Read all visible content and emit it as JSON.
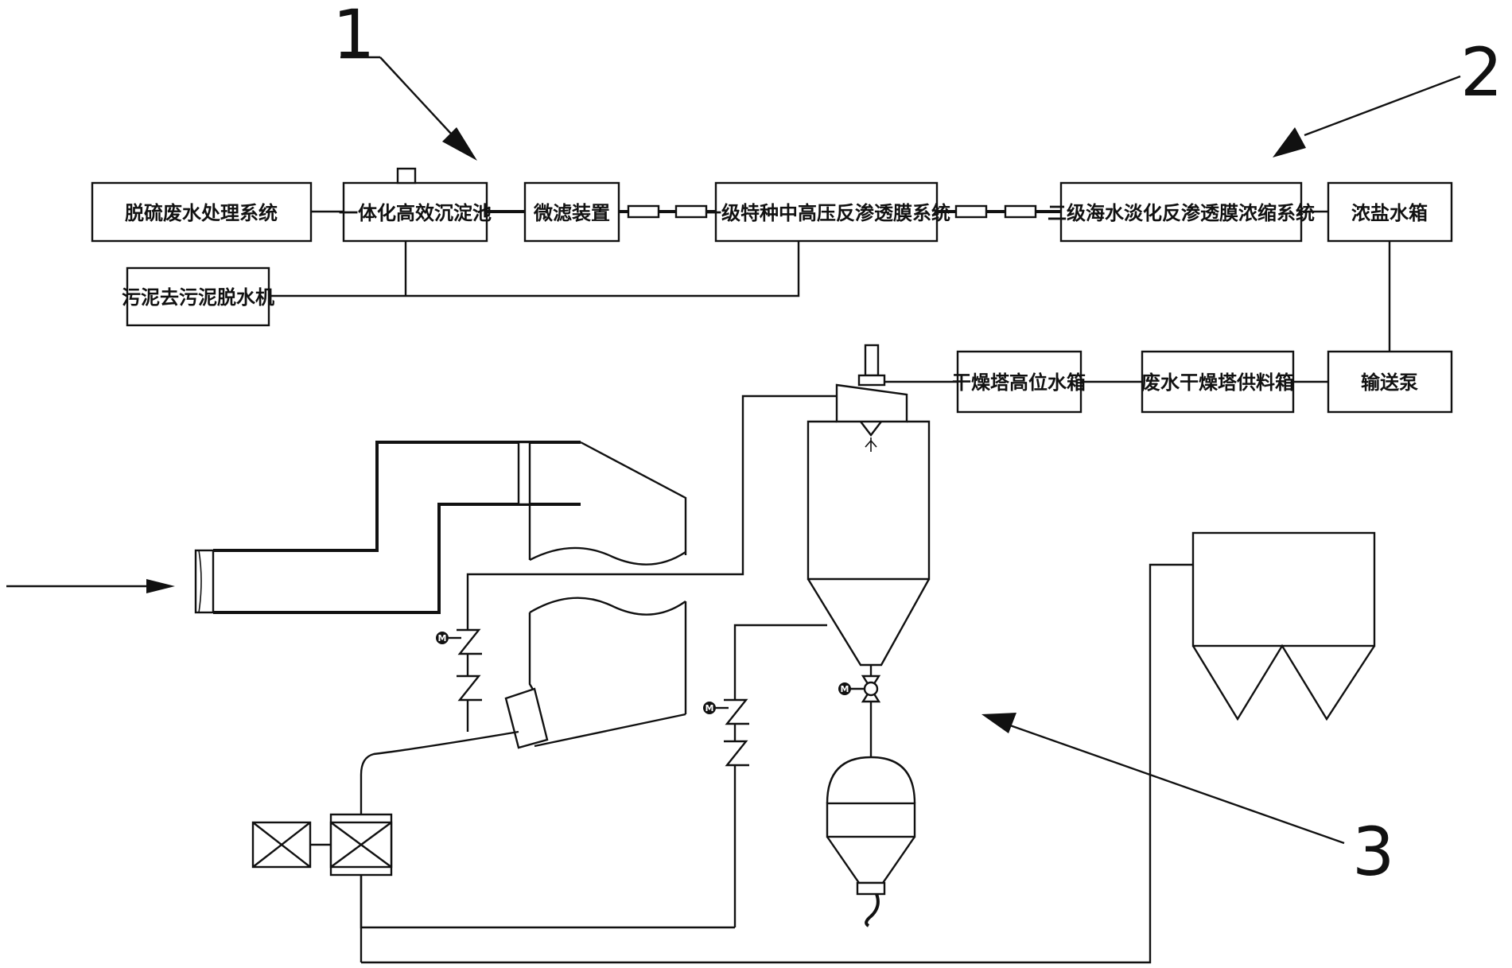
{
  "boxes": {
    "desulfurization_wastewater_system": "脱硫废水处理系统",
    "integrated_sedimentation_tank": "一体化高效沉淀池",
    "microfiltration_device": "微滤装置",
    "primary_ro_membrane_system": "一级特种中高压反渗透膜系统",
    "secondary_ro_concentration_system": "二级海水淡化反渗透膜浓缩系统",
    "brine_tank": "浓盐水箱",
    "sludge_dewatering_machine": "污泥去污泥脱水机",
    "drying_tower_head_tank": "干燥塔高位水箱",
    "drying_tower_feed_tank": "废水干燥塔供料箱",
    "transfer_pump": "输送泵"
  },
  "callouts": {
    "one": "1",
    "two": "2",
    "three": "3"
  },
  "motor_symbol": "M"
}
